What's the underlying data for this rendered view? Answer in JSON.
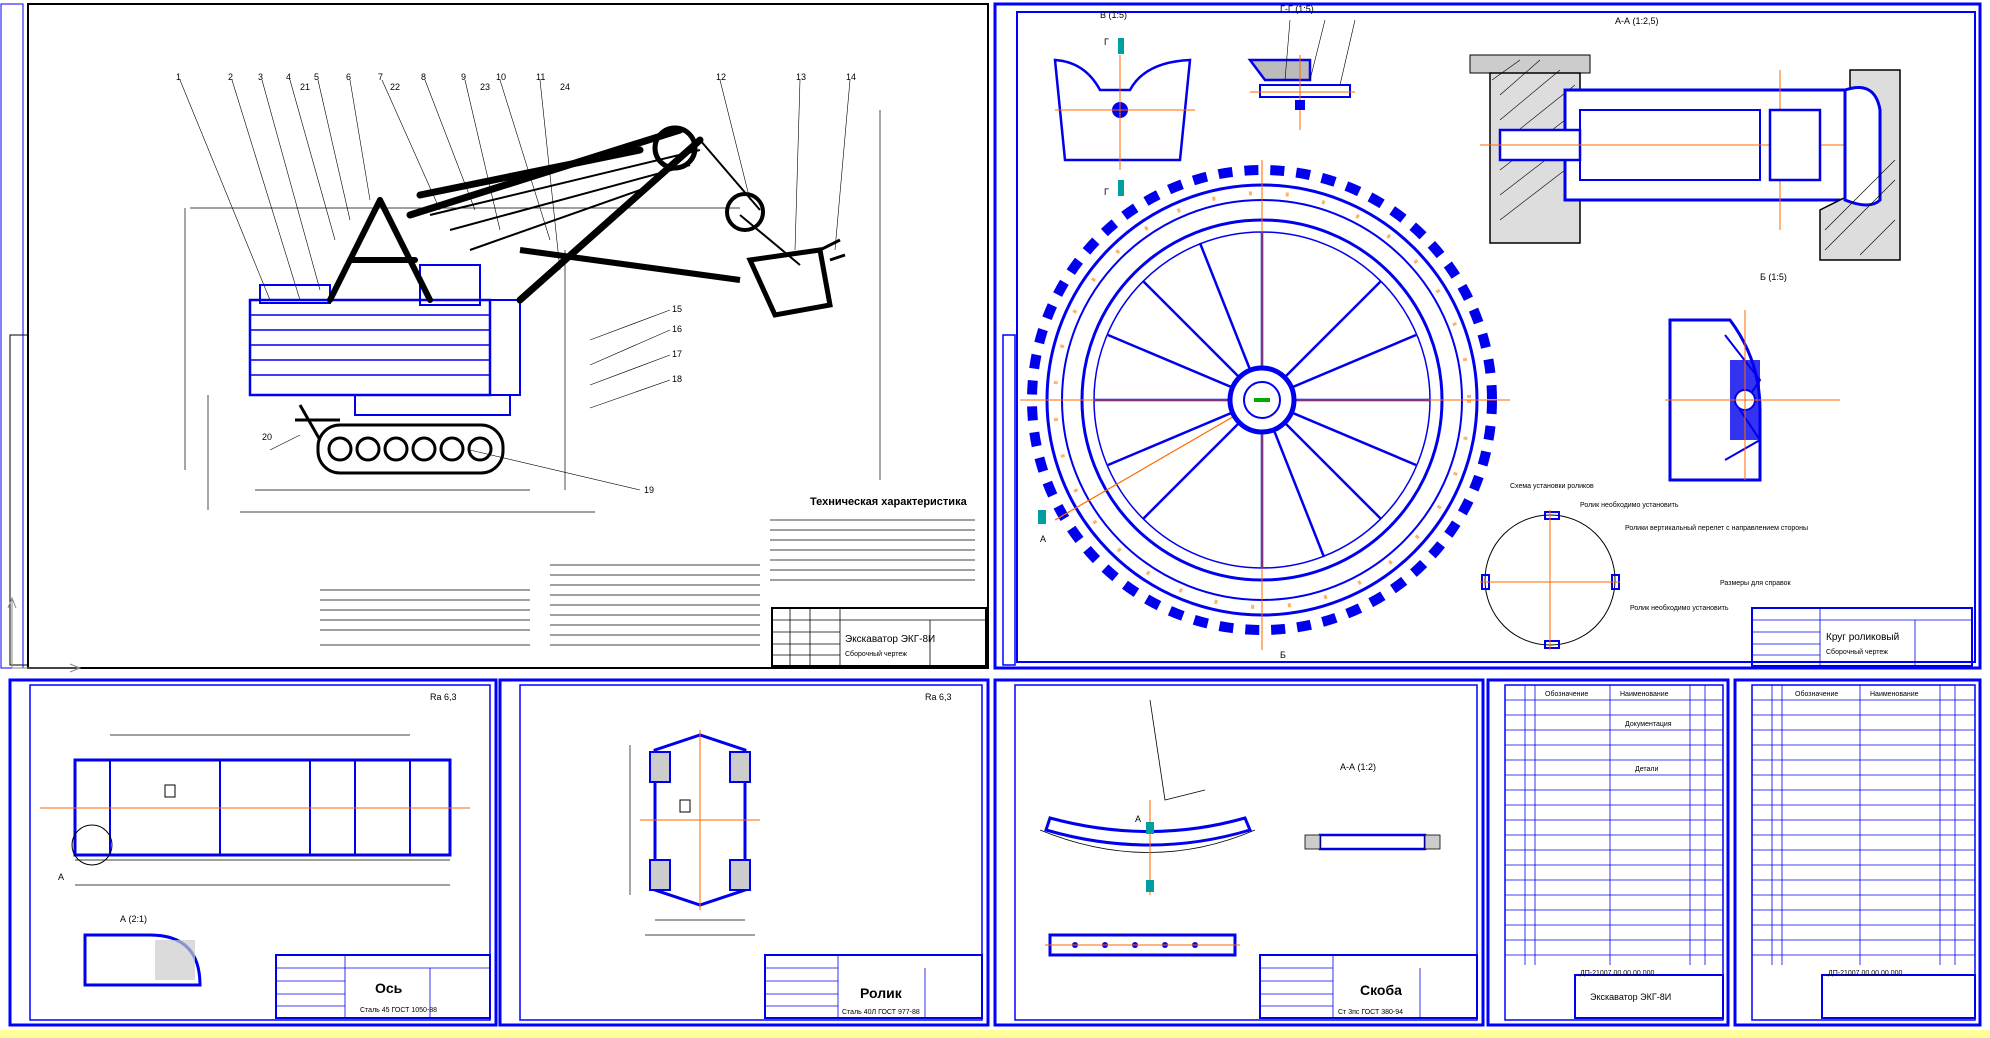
{
  "colors": {
    "frame": "#0000ff",
    "part": "#0000ee",
    "axis": "#ff6a00",
    "ink": "#000000",
    "bottom_strip": "#ffff99"
  },
  "sheet1": {
    "leaders": [
      "1",
      "2",
      "3",
      "4",
      "5",
      "6",
      "7",
      "8",
      "9",
      "10",
      "11",
      "12",
      "13",
      "14",
      "15",
      "16",
      "17",
      "18",
      "19",
      "20",
      "21",
      "22",
      "23",
      "24"
    ],
    "tech_title": "Техническая характеристика",
    "title_block": {
      "name": "Экскаватор ЭКГ-8И",
      "sub": "Сборочный чертеж"
    }
  },
  "sheet2": {
    "views": {
      "v": "В (1:5)",
      "g": "Г-Г (1:5)",
      "aa": "А-А (1:2,5)",
      "b": "Б (1:5)",
      "a": "А",
      "bv": "Б"
    },
    "gg_letter": "Г",
    "note_scheme": "Схема установки роликов",
    "note_1": "Ролик необходимо установить",
    "note_2": "Ролики вертикальный перелет с направлением стороны",
    "note_3": "Ролик необходимо установить",
    "note_bottom": "Размеры для справок",
    "title_block": {
      "name": "Круг роликовый",
      "sub": "Сборочный чертеж"
    }
  },
  "sheet3": {
    "roughness": "Ra 6,3",
    "view": "А (2:1)",
    "letter": "А",
    "title_block": {
      "name": "Ось",
      "sub": "Сталь 45 ГОСТ 1050-88"
    }
  },
  "sheet4": {
    "roughness": "Ra 6,3",
    "title_block": {
      "name": "Ролик",
      "sub": "Сталь 40Л ГОСТ 977-88"
    }
  },
  "sheet5": {
    "view": "А-А (1:2)",
    "letter": "А",
    "title_block": {
      "name": "Скоба",
      "sub": "Ст 3пс ГОСТ 380-94"
    }
  },
  "sheet6": {
    "heading_1": "Обозначение",
    "heading_2": "Наименование",
    "section_1": "Документация",
    "section_2": "Детали",
    "code": "ДП-21007.00.00.00.000",
    "title_block": {
      "name": "Экскаватор ЭКГ-8И",
      "sub": ""
    }
  },
  "sheet7": {
    "heading_1": "Обозначение",
    "heading_2": "Наименование",
    "code": "ДП-21007.00.00.00.000"
  }
}
